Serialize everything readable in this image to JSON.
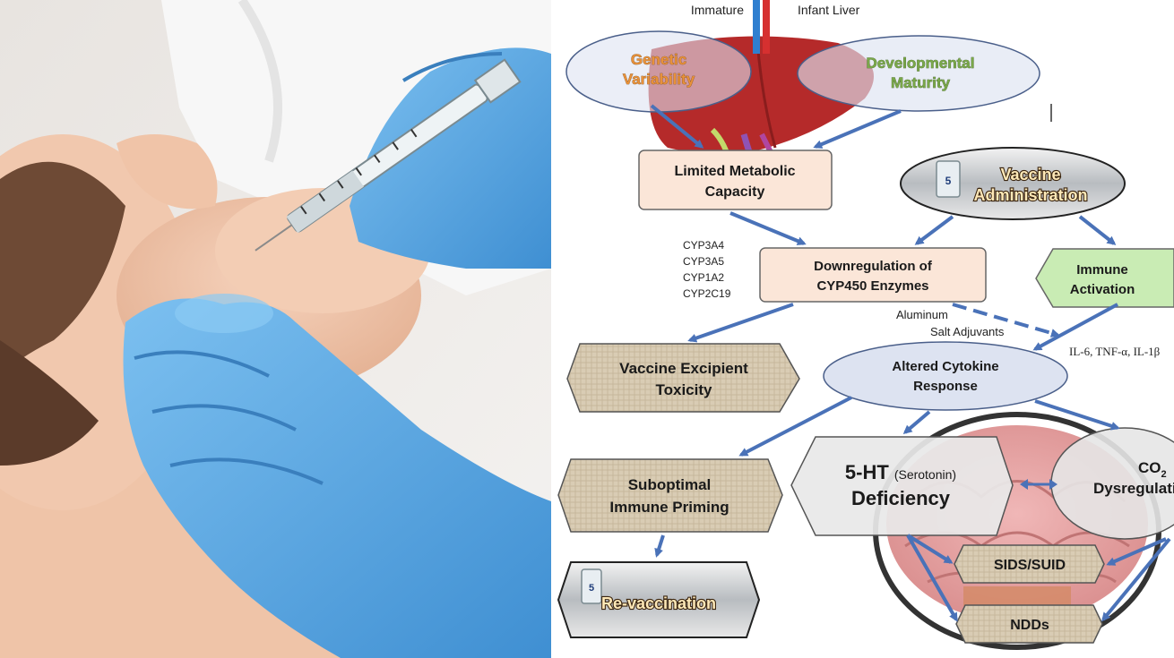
{
  "diagram": {
    "liver_title_left": "Immature",
    "liver_title_right": "Infant Liver",
    "genetic_variability": [
      "Genetic",
      "Variability"
    ],
    "developmental_maturity": [
      "Developmental",
      "Maturity"
    ],
    "limited_metabolic": [
      "Limited Metabolic",
      "Capacity"
    ],
    "vaccine_administration": [
      "Vaccine",
      "Administration"
    ],
    "cyp_list": [
      "CYP3A4",
      "CYP3A5",
      "CYP1A2",
      "CYP2C19"
    ],
    "downregulation": [
      "Downregulation of",
      "CYP450 Enzymes"
    ],
    "immune_activation": [
      "Immune",
      "Activation"
    ],
    "aluminum": [
      "Aluminum",
      "Salt Adjuvants"
    ],
    "cytokines": "IL-6, TNF-α, IL-1β",
    "excipient": [
      "Vaccine Excipient",
      "Toxicity"
    ],
    "cytokine_response": [
      "Altered Cytokine",
      "Response"
    ],
    "suboptimal": [
      "Suboptimal",
      "Immune Priming"
    ],
    "serotonin_main": "5-HT",
    "serotonin_paren": "(Serotonin)",
    "serotonin_line2": "Deficiency",
    "co2_line1": "CO",
    "co2_sub": "2",
    "co2_line2": "Dysregulation",
    "sids": "SIDS/SUID",
    "ndds": "NDDs",
    "revaccination": "Re-vaccination",
    "vial_label": "5"
  },
  "colors": {
    "arrow": "#4a72b8",
    "ellipse_fill": "#dde3f1",
    "box_peach": "#fbe6d8",
    "box_green": "#c9ecb4",
    "burlap": "#d9ccb4",
    "liver": "#b52a2a",
    "glove": "#5da8e2",
    "brain": "#e9a8a8"
  }
}
